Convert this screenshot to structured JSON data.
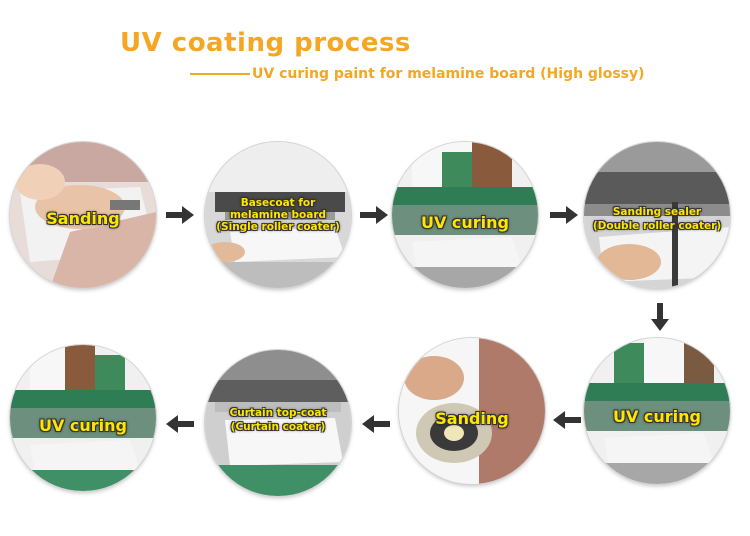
{
  "header": {
    "title": "UV coating process",
    "subtitle": "UV curing paint for melamine board (High glossy)"
  },
  "steps": [
    {
      "label_line1": "Sanding",
      "label_line2": ""
    },
    {
      "label_line1": "Basecoat for",
      "label_line2": "melamine board",
      "label_line3": "(Single roller coater)"
    },
    {
      "label_line1": "UV curing",
      "label_line2": ""
    },
    {
      "label_line1": "Sanding sealer",
      "label_line2": "(Double roller coater)"
    },
    {
      "label_line1": "UV curing",
      "label_line2": ""
    },
    {
      "label_line1": "Sanding",
      "label_line2": ""
    },
    {
      "label_line1": "Curtain top-coat",
      "label_line2": "(Curtain coater)"
    },
    {
      "label_line1": "UV curing",
      "label_line2": ""
    }
  ],
  "colors": {
    "title": "#f5a623",
    "label": "#ffe600",
    "arrow": "#333333"
  }
}
